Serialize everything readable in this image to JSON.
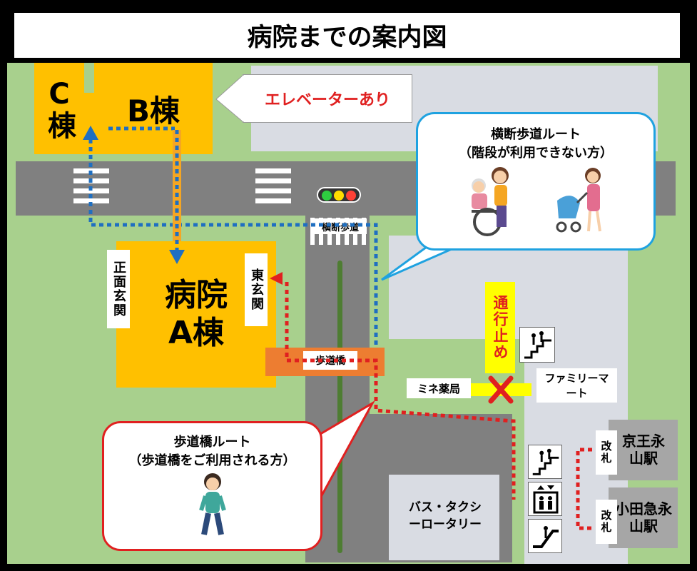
{
  "title": "病院までの案内図",
  "buildings": {
    "c": "C棟",
    "b": "B棟",
    "a_line1": "病院",
    "a_line2": "A棟"
  },
  "labels": {
    "elevator": "エレベーターあり",
    "main_entrance": "正面玄関",
    "east_entrance": "東玄関",
    "crosswalk": "横断歩道",
    "footbridge": "歩道橋",
    "no_entry": "通行止め",
    "pharmacy": "ミネ薬局",
    "familymart": "ファミリーマート",
    "keio_station": "京王永山駅",
    "odakyu_station": "小田急永山駅",
    "ticket_gate": "改札",
    "bus_taxi": "バス・タクシーロータリー"
  },
  "crosswalk_route": {
    "line1": "横断歩道ルート",
    "line2": "（階段が利用できない方）"
  },
  "footbridge_route": {
    "line1": "歩道橋ルート",
    "line2": "（歩道橋をご利用される方）"
  },
  "colors": {
    "building": "#ffc000",
    "grass": "#a8d08d",
    "road": "#808080",
    "blue_route": "#1f6fc1",
    "red_route": "#e02020",
    "footbridge": "#ed7d31",
    "arrow_orange": "#f5a623",
    "elevator_text": "#e02020"
  },
  "icons": [
    "traffic-light-icon",
    "stairs-icon",
    "elevator-icon",
    "escalator-icon",
    "wheelchair-person-icon",
    "stroller-person-icon",
    "walking-person-icon",
    "x-mark-icon"
  ]
}
